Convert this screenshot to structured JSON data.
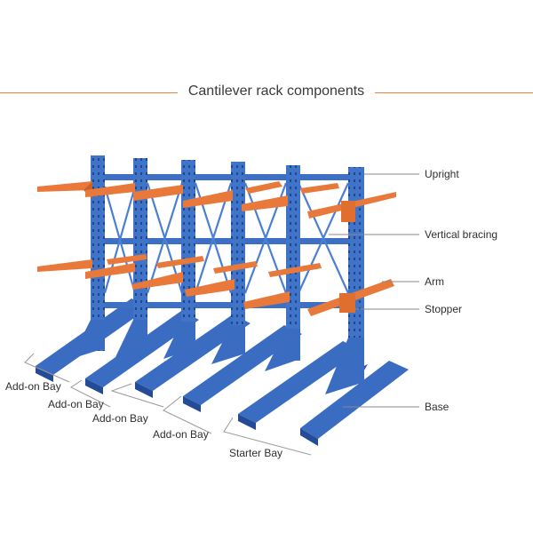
{
  "title": "Cantilever rack components",
  "labels": {
    "upright": "Upright",
    "vertical_bracing": "Vertical bracing",
    "arm": "Arm",
    "stopper": "Stopper",
    "base": "Base"
  },
  "bays": {
    "addon_1": "Add-on Bay",
    "addon_2": "Add-on Bay",
    "addon_3": "Add-on Bay",
    "addon_4": "Add-on Bay",
    "starter": "Starter Bay"
  },
  "colors": {
    "accent_line": "#e8833a",
    "upright_blue": "#3f74c9",
    "base_blue": "#3a6cc2",
    "arm_orange": "#e8793a",
    "leader_line": "#8a8a8a"
  }
}
